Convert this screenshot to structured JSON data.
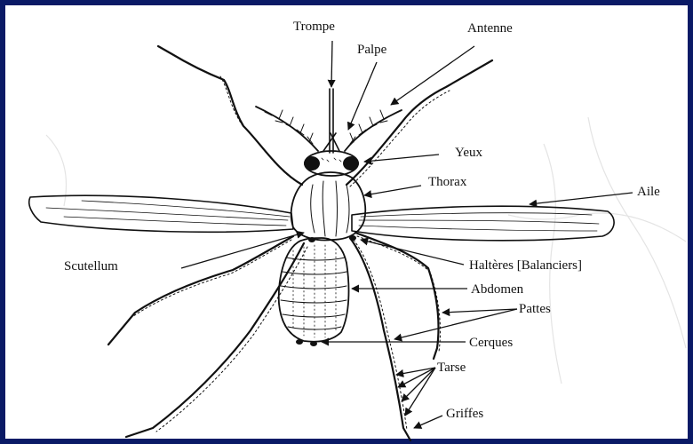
{
  "labels": {
    "trompe": "Trompe",
    "palpe": "Palpe",
    "antenne": "Antenne",
    "yeux": "Yeux",
    "thorax": "Thorax",
    "aile": "Aile",
    "scutellum": "Scutellum",
    "halteres": "Haltères [Balanciers]",
    "abdomen": "Abdomen",
    "pattes": "Pattes",
    "cerques": "Cerques",
    "tarse": "Tarse",
    "griffes": "Griffes"
  },
  "colors": {
    "border": "#0a1a66",
    "ink": "#111111",
    "watermark": "#e4e4e4"
  }
}
